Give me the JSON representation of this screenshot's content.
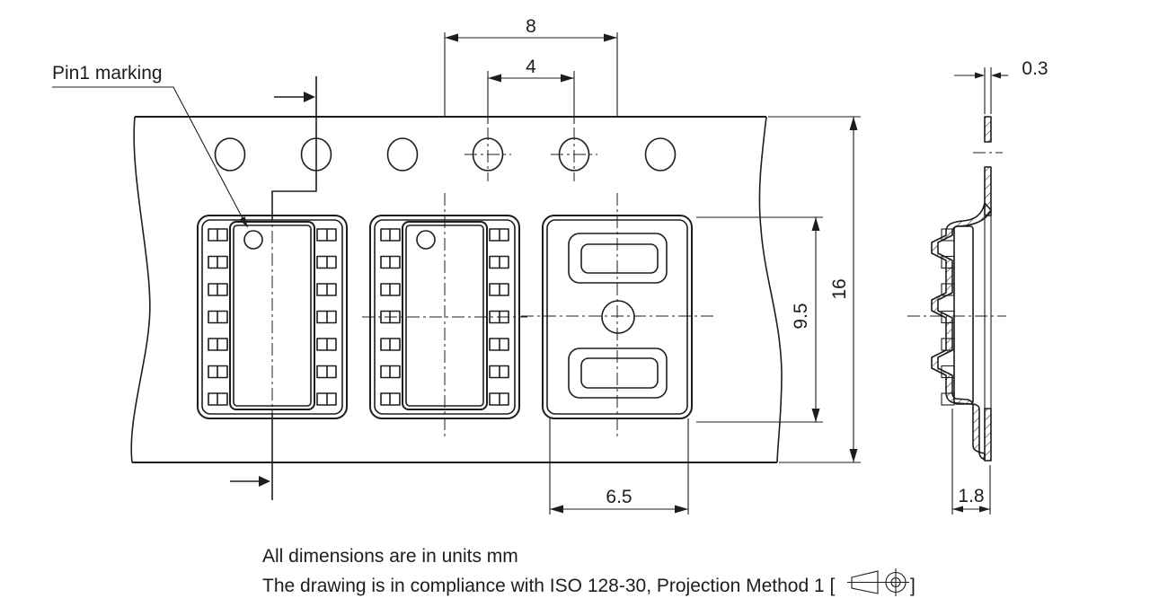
{
  "drawing": {
    "pin1_label": "Pin1 marking",
    "dims": {
      "pocket_pitch": "8",
      "sprocket_pitch": "4",
      "tape_thickness": "0.3",
      "tape_width": "16",
      "pocket_length": "9.5",
      "pocket_width": "6.5",
      "pocket_depth": "1.8"
    },
    "notes": {
      "line1": "All dimensions are in units mm",
      "line2_prefix": "The drawing is in compliance with ISO 128-30, Projection Method 1 [",
      "line2_suffix": "]"
    },
    "icons": {
      "projection": "first-angle-projection-symbol"
    },
    "colors": {
      "line": "#1d1d1d",
      "background": "#ffffff"
    }
  }
}
